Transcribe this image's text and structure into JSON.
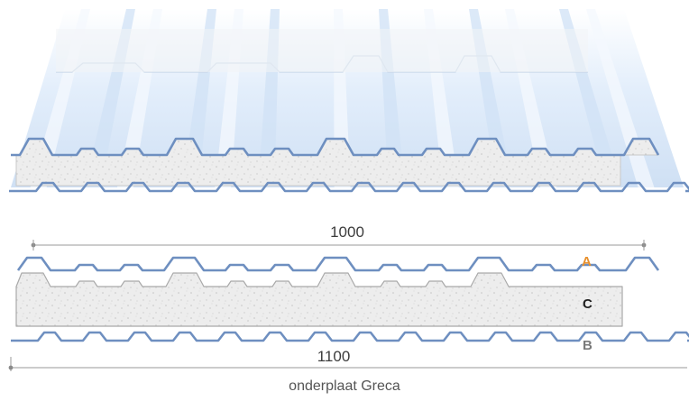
{
  "dimensions": {
    "top_width": "1000",
    "bottom_width": "1100"
  },
  "layers": {
    "a_label": "A",
    "c_label": "C",
    "b_label": "B"
  },
  "caption": "onderplaat Greca",
  "colors": {
    "sheet_stroke": "#6e8fc0",
    "foam_stroke": "#b8b8b8",
    "foam_fill": "#ececec",
    "translucent_sheet": "#dbe8f7",
    "dimension_line": "#9a9a9a",
    "label_a": "#e8902c",
    "label_b": "#7a7a7a",
    "label_c": "#1e1e1e"
  }
}
